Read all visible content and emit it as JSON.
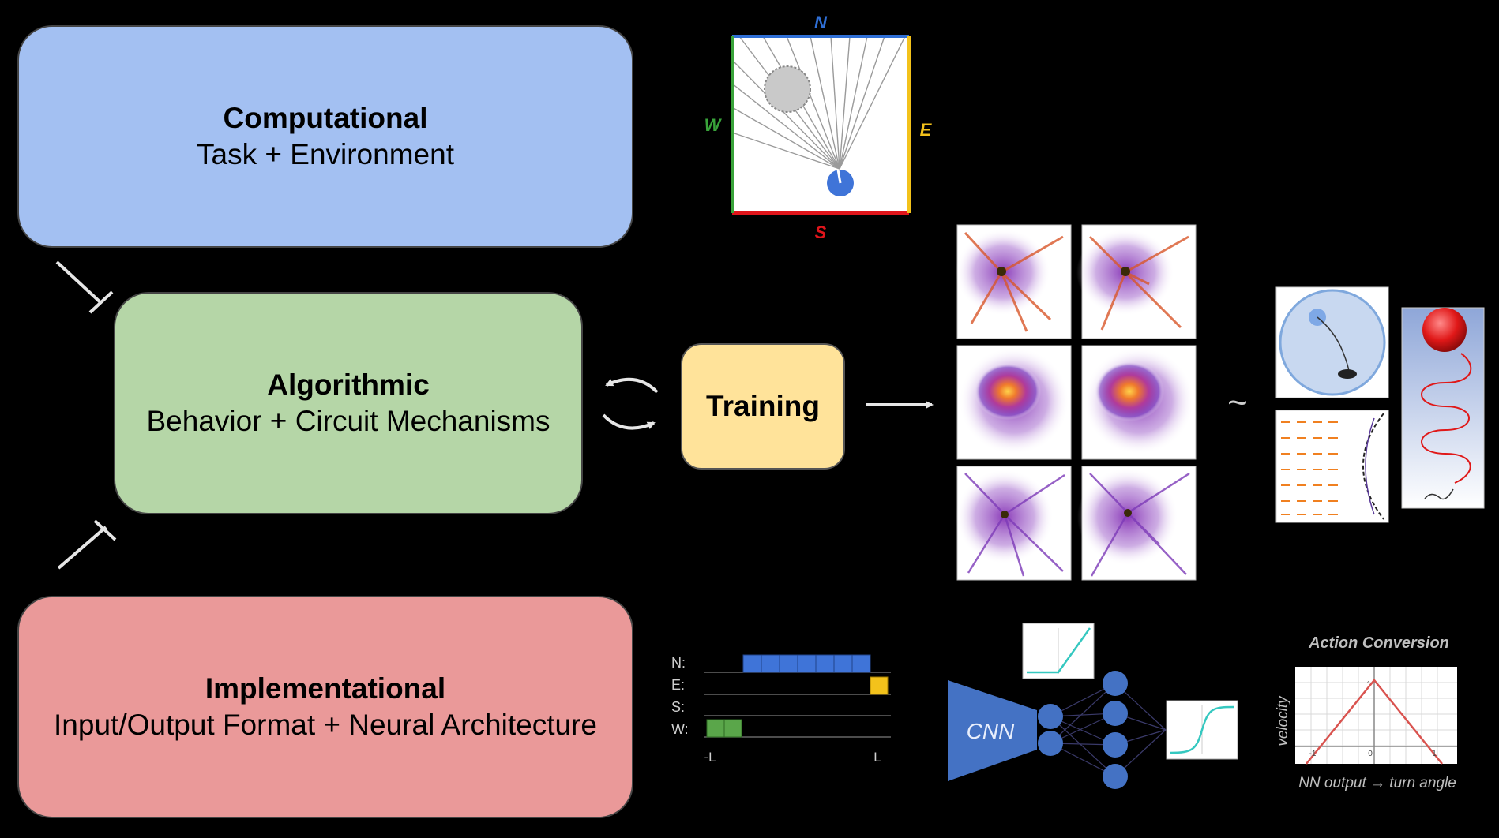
{
  "levels": {
    "computational": {
      "title": "Computational",
      "subtitle": "Task + Environment"
    },
    "algorithmic": {
      "title": "Algorithmic",
      "subtitle": "Behavior + Circuit Mechanisms"
    },
    "implementational": {
      "title": "Implementational",
      "subtitle": "Input/Output Format + Neural Architecture"
    }
  },
  "training": {
    "label": "Training"
  },
  "arena": {
    "north": "N",
    "south": "S",
    "east": "E",
    "west": "W",
    "colors": {
      "north": "#2f6fd6",
      "south": "#e0151b",
      "east": "#f3c21b",
      "west": "#39a33a"
    }
  },
  "approx_symbol": "~",
  "sensor_encoding": {
    "rows": [
      "N:",
      "E:",
      "S:",
      "W:"
    ],
    "axis_left": "-L",
    "axis_right": "L",
    "colors": {
      "N": "#3f74d8",
      "E": "#f3c21b",
      "W": "#5aa64a"
    }
  },
  "network": {
    "cnn_label": "CNN",
    "color": "#4472c4"
  },
  "action_conversion": {
    "title": "Action Conversion",
    "ylabel": "velocity",
    "xlabel": "NN output → turn angle",
    "ticks_x": [
      "-1",
      "0",
      "1"
    ],
    "tick_y": "1"
  }
}
